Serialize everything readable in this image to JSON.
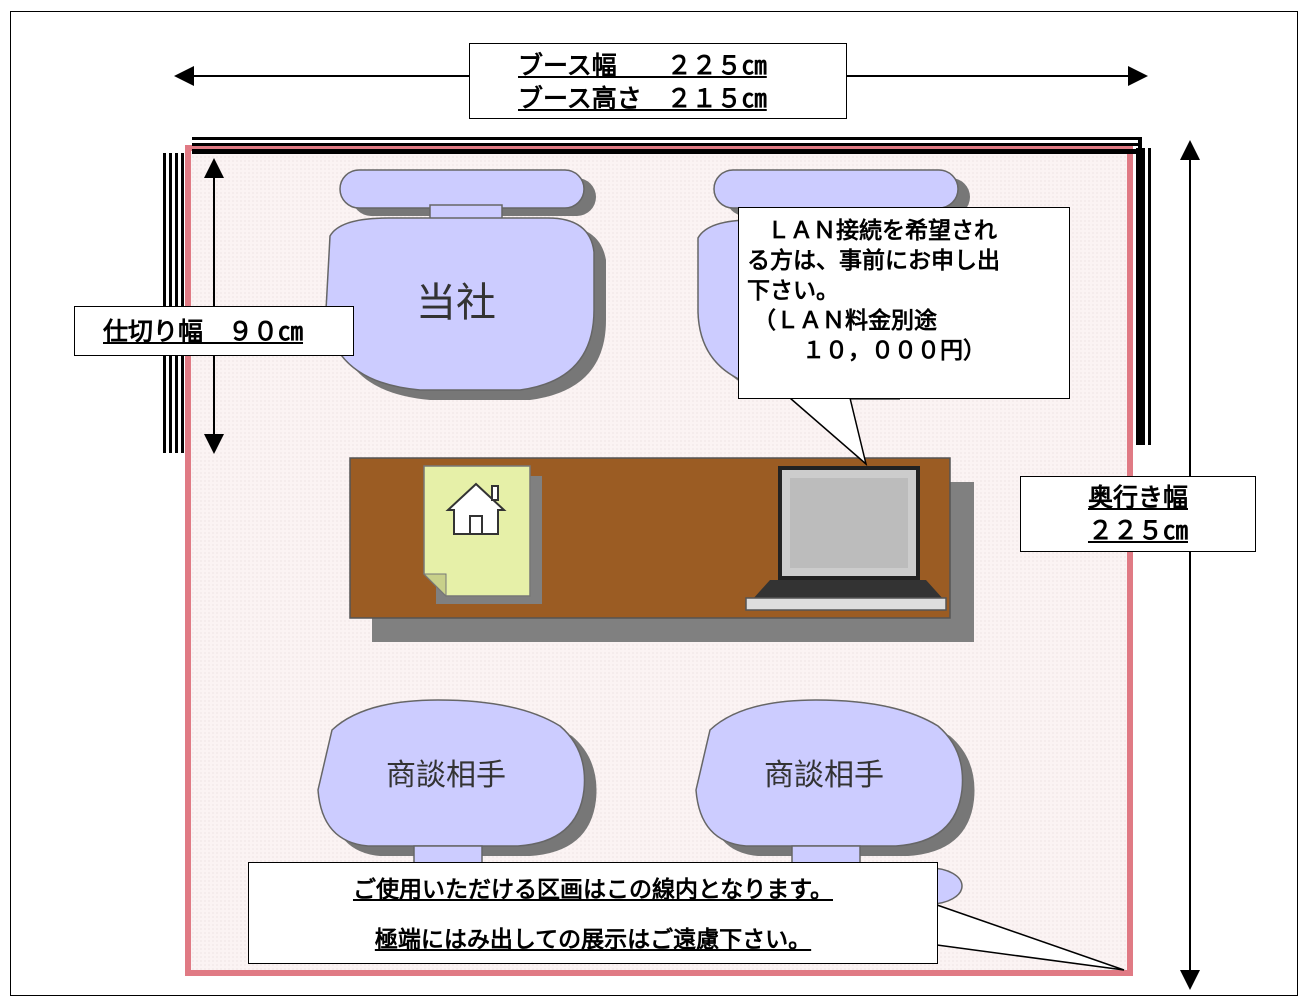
{
  "booth_size": {
    "width_line": "ブース幅　　２２５㎝",
    "height_line": "ブース高さ　２１５㎝"
  },
  "partition_width": "仕切り幅　９０㎝",
  "depth_width": {
    "line1": "奥行き幅",
    "line2": "２２５㎝"
  },
  "lan_note": {
    "line1": "ＬＡＮ接続を希望され",
    "line2": "る方は、事前にお申し出",
    "line3": "下さい。",
    "line4": "（ＬＡＮ料金別途",
    "line5": "　１０，０００円）"
  },
  "seats": {
    "own": "当社",
    "client_left": "商談相手",
    "client_right": "商談相手"
  },
  "area_note": {
    "line1": "ご使用いただける区画はこの線内となります。",
    "line2": "極端にはみ出しての展示はご遠慮下さい。"
  },
  "colors": {
    "chair": "#ccccff",
    "desk": "#9b5c23",
    "area_border": "#e07a84",
    "area_fill": "#fdf2f2",
    "document": "#e6f0a8"
  }
}
